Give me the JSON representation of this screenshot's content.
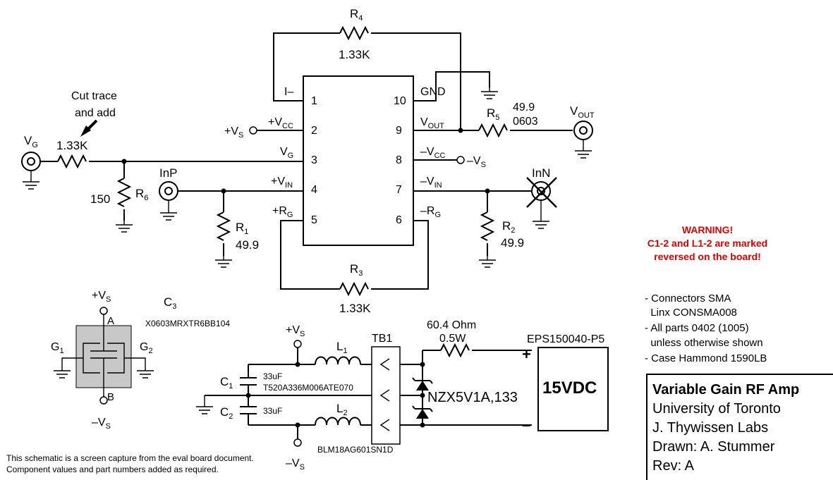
{
  "amp": {
    "pins": [
      {
        "num": "1",
        "label": "I–"
      },
      {
        "num": "2",
        "label": "+V",
        "sub": "CC"
      },
      {
        "num": "3",
        "label": "V",
        "sub": "G"
      },
      {
        "num": "4",
        "label": "+V",
        "sub": "IN"
      },
      {
        "num": "5",
        "label": "+R",
        "sub": "G"
      },
      {
        "num": "10",
        "label": "GND"
      },
      {
        "num": "9",
        "label": "V",
        "sub": "OUT"
      },
      {
        "num": "8",
        "label": "–V",
        "sub": "CC"
      },
      {
        "num": "7",
        "label": "–V",
        "sub": "IN"
      },
      {
        "num": "6",
        "label": "–R",
        "sub": "G"
      }
    ]
  },
  "components": {
    "r4": {
      "name": "R",
      "sub": "4",
      "value": "1.33K"
    },
    "r3": {
      "name": "R",
      "sub": "3",
      "value": "1.33K"
    },
    "r5": {
      "name": "R",
      "sub": "5",
      "value": "49.9",
      "pkg": "0603"
    },
    "r1": {
      "name": "R",
      "sub": "1",
      "value": "49.9"
    },
    "r2": {
      "name": "R",
      "sub": "2",
      "value": "49.9"
    },
    "r6": {
      "name": "R",
      "sub": "6",
      "value": "150"
    },
    "rg": {
      "value": "1.33K"
    },
    "c3": {
      "name": "C",
      "sub": "3",
      "part": "X0603MRXTR6BB104"
    },
    "c1": {
      "name": "C",
      "sub": "1",
      "value": "33uF",
      "part": "T520A336M006ATE070"
    },
    "c2": {
      "name": "C",
      "sub": "2",
      "value": "33uF"
    },
    "l1": {
      "name": "L",
      "sub": "1"
    },
    "l2": {
      "name": "L",
      "sub": "2",
      "part": "BLM18AG601SN1D"
    },
    "tb1": "TB1",
    "r_supply": {
      "value": "60.4 Ohm",
      "power": "0.5W"
    },
    "zener": "NZX5V1A,133",
    "psu": {
      "part": "EPS150040-P5",
      "label": "15VDC",
      "plus": "+",
      "minus": "–"
    }
  },
  "nets": {
    "vg": {
      "main": "V",
      "sub": "G"
    },
    "vout": {
      "main": "V",
      "sub": "OUT"
    },
    "inp": "InP",
    "inn": "InN",
    "plus_vs": {
      "main": "+V",
      "sub": "S"
    },
    "minus_vs": {
      "main": "–V",
      "sub": "S"
    },
    "g1": {
      "main": "G",
      "sub": "1"
    },
    "g2": {
      "main": "G",
      "sub": "2"
    },
    "a": "A",
    "b": "B"
  },
  "annotations": {
    "cut_trace": [
      "Cut trace",
      "and add"
    ],
    "warning": [
      "WARNING!",
      "C1-2 and L1-2 are marked",
      "reversed on the board!"
    ],
    "notes": [
      "- Connectors SMA",
      "  Linx CONSMA008",
      "- All parts 0402 (1005)",
      "  unless otherwise shown",
      "- Case Hammond 1590LB"
    ],
    "footer": [
      "This schematic is a screen capture from the eval board document.",
      "Component values and part numbers added as required."
    ]
  },
  "title_block": [
    "Variable Gain RF Amp",
    "University of Toronto",
    "J. Thywissen Labs",
    "Drawn: A. Stummer",
    "Rev: A"
  ],
  "colors": {
    "warning": "#e00000",
    "ink": "#000000",
    "c3_fill": "#c8c8c8"
  }
}
